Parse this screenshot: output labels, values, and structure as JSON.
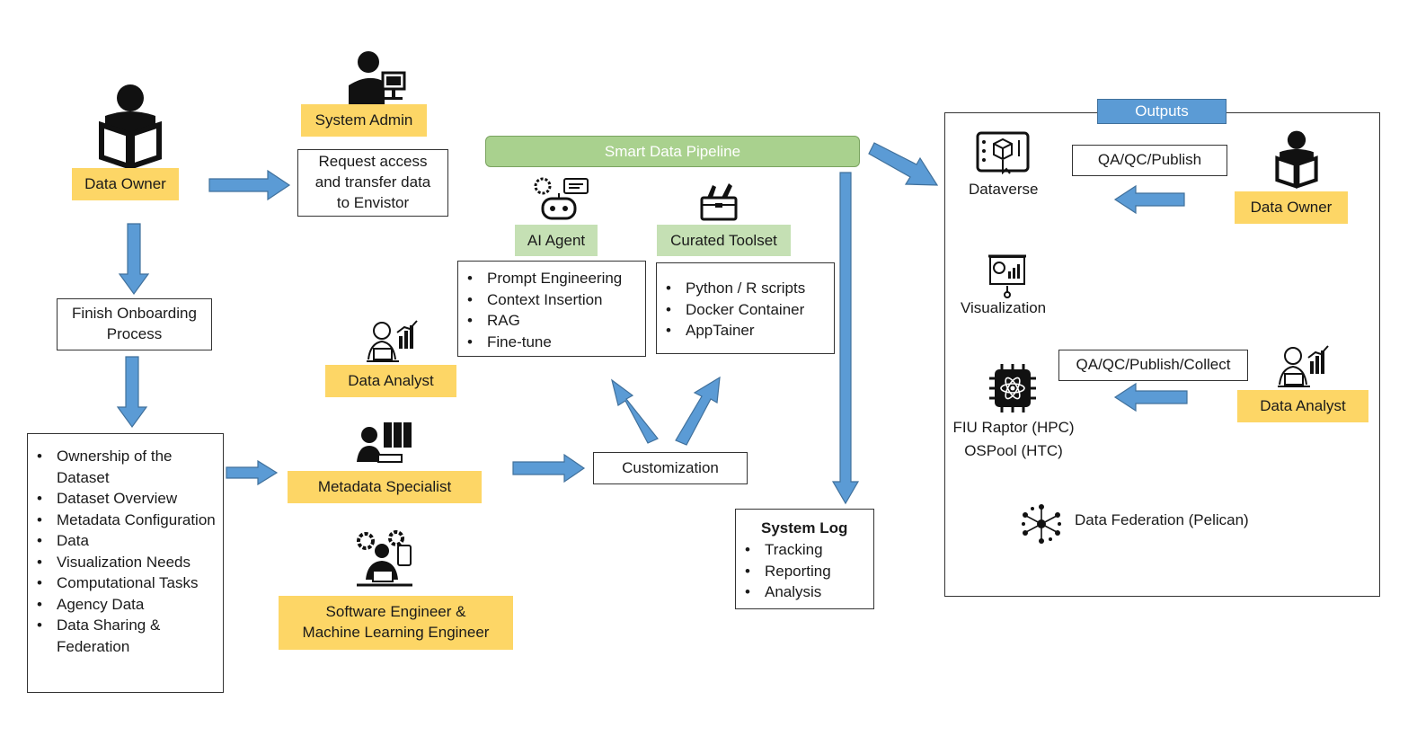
{
  "roles": {
    "data_owner_left": "Data Owner",
    "system_admin": "System Admin",
    "data_analyst_mid": "Data Analyst",
    "metadata_specialist": "Metadata Specialist",
    "software_engineer": [
      "Software Engineer &",
      "Machine Learning Engineer"
    ],
    "data_owner_right": "Data Owner",
    "data_analyst_right": "Data Analyst"
  },
  "boxes": {
    "request_access": [
      "Request access",
      "and transfer data",
      "to Envistor"
    ],
    "onboarding": [
      "Finish Onboarding",
      "Process"
    ],
    "onboarding_items": [
      "Ownership of the Dataset",
      "Dataset Overview",
      "Metadata Configuration",
      "Data",
      "Visualization Needs",
      "Computational Tasks",
      "Agency Data",
      "Data Sharing & Federation"
    ],
    "customization": "Customization"
  },
  "pipeline": {
    "title": "Smart Data Pipeline",
    "ai_agent_label": "AI Agent",
    "ai_agent_items": [
      "Prompt  Engineering",
      "Context Insertion",
      "RAG",
      "Fine-tune"
    ],
    "toolset_label": "Curated Toolset",
    "toolset_items": [
      "Python  / R scripts",
      "Docker Container",
      "AppTainer"
    ]
  },
  "system_log": {
    "title": "System Log",
    "items": [
      "Tracking",
      "Reporting",
      "Analysis"
    ]
  },
  "outputs": {
    "title": "Outputs",
    "dataverse": "Dataverse",
    "visualization": "Visualization",
    "hpc": [
      "FIU Raptor (HPC)",
      "OSPool (HTC)"
    ],
    "federation": "Data Federation (Pelican)",
    "qa_publish": "QA/QC/Publish",
    "qa_collect": "QA/QC/Publish/Collect"
  },
  "colors": {
    "arrow": "#5b9bd5",
    "arrow_stroke": "#41719c",
    "label_yellow": "#fdd666",
    "label_green": "#c5e0b4",
    "pipeline_green": "#a9d18e",
    "outputs_blue": "#5b9bd5"
  },
  "icons": [
    "reading-person-icon",
    "admin-computer-icon",
    "analyst-chart-icon",
    "specialist-books-icon",
    "engineer-gears-icon",
    "robot-icon",
    "toolbox-icon",
    "dataverse-cube-icon",
    "visualization-board-icon",
    "chip-icon",
    "federation-network-icon"
  ]
}
